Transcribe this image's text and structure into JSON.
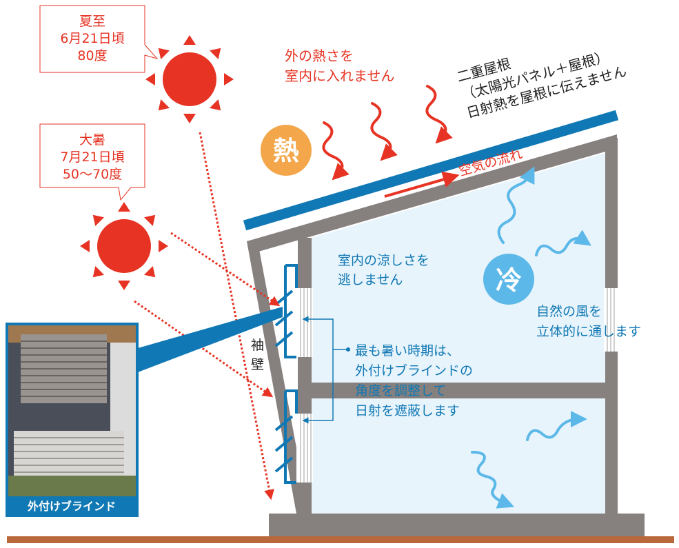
{
  "callouts": {
    "summer_solstice": [
      "夏至",
      "6月21日頃",
      "80度"
    ],
    "great_heat": [
      "大暑",
      "7月21日頃",
      "50〜70度"
    ]
  },
  "labels": {
    "outside_heat": [
      "外の熱さを",
      "室内に入れません"
    ],
    "double_roof": [
      "二重屋根",
      "（太陽光パネル＋屋根）",
      "日射熱を屋根に伝えません"
    ],
    "heat_badge": "熱",
    "cool_badge": "冷",
    "air_flow": "空気の流れ",
    "keep_cool": [
      "室内の涼しさを",
      "逃しません"
    ],
    "natural_wind": [
      "自然の風を",
      "立体的に通します"
    ],
    "sleeve_wall": [
      "袖",
      "壁"
    ],
    "blind_note": [
      "最も暑い時期は、",
      "外付けブラインドの",
      "角度を調整して",
      "日射を遮蔽します"
    ],
    "photo_caption": "外付けブラインド"
  },
  "colors": {
    "red": "#e63323",
    "blue": "#1078b4",
    "lightblue": "#e8f4fc",
    "gray": "#86807e",
    "orange": "#f3a64a",
    "cyan": "#5bb8e8",
    "ground": "#b8683a"
  }
}
